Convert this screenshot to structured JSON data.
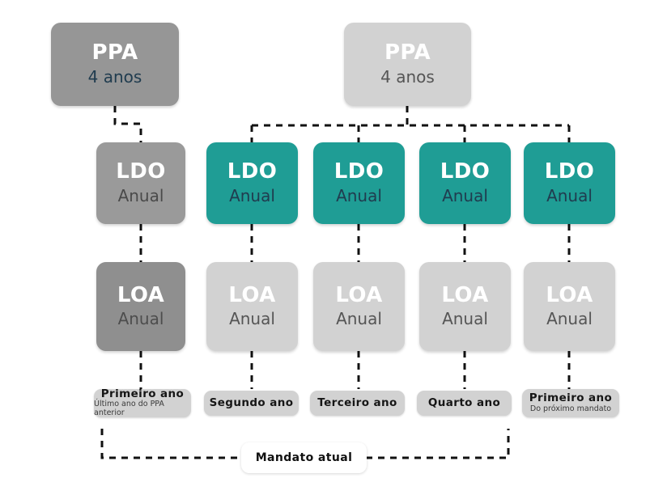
{
  "diagram": {
    "title": "Ciclo orcamentario PPA LDO LOA",
    "colors": {
      "teal": "#1f9d95",
      "gray_dark": "#969696",
      "gray_mid": "#9a9a9a",
      "gray_loa_primary": "#8f8f8f",
      "gray_light": "#d2d2d2",
      "navy_text": "#203c4f",
      "background": "#ffffff",
      "connector": "#111111"
    },
    "ppa": [
      {
        "id": "ppa-anterior",
        "title": "PPA",
        "sub": "4 anos",
        "variant": "ppa-primary"
      },
      {
        "id": "ppa-atual",
        "title": "PPA",
        "sub": "4 anos",
        "variant": "gray-light"
      }
    ],
    "ldo": [
      {
        "id": "ldo-1",
        "title": "LDO",
        "sub": "Anual",
        "variant": "gray-dark"
      },
      {
        "id": "ldo-2",
        "title": "LDO",
        "sub": "Anual",
        "variant": "teal"
      },
      {
        "id": "ldo-3",
        "title": "LDO",
        "sub": "Anual",
        "variant": "teal"
      },
      {
        "id": "ldo-4",
        "title": "LDO",
        "sub": "Anual",
        "variant": "teal"
      },
      {
        "id": "ldo-5",
        "title": "LDO",
        "sub": "Anual",
        "variant": "teal"
      }
    ],
    "loa": [
      {
        "id": "loa-1",
        "title": "LOA",
        "sub": "Anual",
        "variant": "loa-primary"
      },
      {
        "id": "loa-2",
        "title": "LOA",
        "sub": "Anual",
        "variant": "gray-light"
      },
      {
        "id": "loa-3",
        "title": "LOA",
        "sub": "Anual",
        "variant": "gray-light"
      },
      {
        "id": "loa-4",
        "title": "LOA",
        "sub": "Anual",
        "variant": "gray-light"
      },
      {
        "id": "loa-5",
        "title": "LOA",
        "sub": "Anual",
        "variant": "gray-light"
      }
    ],
    "years": [
      {
        "id": "year-1",
        "title": "Primeiro ano",
        "sub": "Último ano do PPA anterior"
      },
      {
        "id": "year-2",
        "title": "Segundo ano",
        "sub": ""
      },
      {
        "id": "year-3",
        "title": "Terceiro ano",
        "sub": ""
      },
      {
        "id": "year-4",
        "title": "Quarto ano",
        "sub": ""
      },
      {
        "id": "year-5",
        "title": "Primeiro ano",
        "sub": "Do próximo mandato"
      }
    ],
    "mandate": {
      "label": "Mandato atual"
    }
  }
}
